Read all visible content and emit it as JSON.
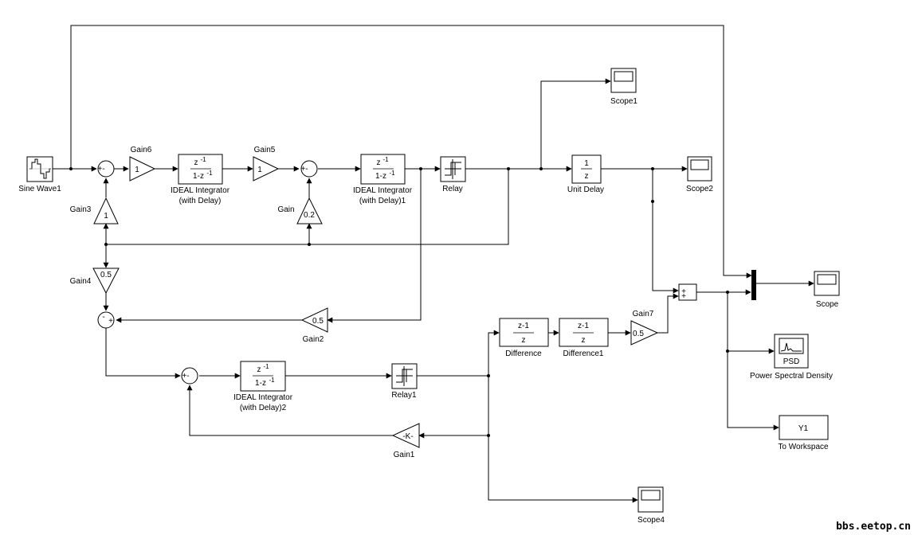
{
  "labels": {
    "sine_wave1": "Sine Wave1",
    "gain6": "Gain6",
    "gain5": "Gain5",
    "gain3": "Gain3",
    "gain": "Gain",
    "gain4": "Gain4",
    "gain2": "Gain2",
    "gain1": "Gain1",
    "gain7": "Gain7",
    "integrator1": "IDEAL Integrator",
    "integrator1_sub": "(with Delay)",
    "integrator2": "IDEAL Integrator",
    "integrator2_sub": "(with Delay)1",
    "integrator3": "IDEAL Integrator",
    "integrator3_sub": "(with Delay)2",
    "relay": "Relay",
    "relay1": "Relay1",
    "unit_delay": "Unit Delay",
    "scope": "Scope",
    "scope1": "Scope1",
    "scope2": "Scope2",
    "scope4": "Scope4",
    "difference": "Difference",
    "difference1": "Difference1",
    "psd": "Power Spectral Density",
    "to_workspace": "To Workspace",
    "watermark": "bbs.eetop.cn"
  },
  "blocks": {
    "gain6_value": "1",
    "gain5_value": "1",
    "gain3_value": "1",
    "gain_value": "0.2",
    "gain4_value": "0.5",
    "gain2_value": "0.5",
    "gain1_value": "-K-",
    "gain7_value": "0.5",
    "integrator_num": "z",
    "integrator_num_exp": "-1",
    "integrator_den_a": "1-z",
    "integrator_den_exp": "-1",
    "unit_delay_num": "1",
    "unit_delay_den": "z",
    "difference_num": "z-1",
    "difference_den": "z",
    "psd_text": "PSD",
    "workspace_var": "Y1",
    "plus": "+",
    "minus": "-",
    "sum_pm": "+-"
  }
}
